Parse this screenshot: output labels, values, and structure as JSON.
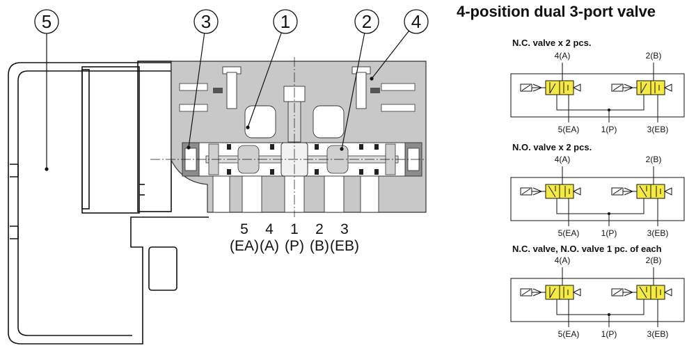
{
  "title": "4-position dual 3-port valve",
  "callouts": [
    "5",
    "3",
    "1",
    "2",
    "4"
  ],
  "ports": [
    {
      "num": "5",
      "name": "(EA)"
    },
    {
      "num": "4",
      "name": "(A)"
    },
    {
      "num": "1",
      "name": "(P)"
    },
    {
      "num": "2",
      "name": "(B)"
    },
    {
      "num": "3",
      "name": "(EB)"
    }
  ],
  "symbols": [
    {
      "caption": "N.C. valve x 2 pcs.",
      "top_left": "4(A)",
      "top_right": "2(B)",
      "bottom_left": "5(EA)",
      "bottom_mid": "1(P)",
      "bottom_right": "3(EB)"
    },
    {
      "caption": "N.O. valve x 2 pcs.",
      "top_left": "4(A)",
      "top_right": "2(B)",
      "bottom_left": "5(EA)",
      "bottom_mid": "1(P)",
      "bottom_right": "3(EB)"
    },
    {
      "caption": "N.C. valve, N.O. valve 1 pc. of each",
      "top_left": "4(A)",
      "top_right": "2(B)",
      "bottom_left": "5(EA)",
      "bottom_mid": "1(P)",
      "bottom_right": "3(EB)"
    }
  ],
  "colors": {
    "body_gray": "#c8c8c8",
    "dark_gray": "#8c8c8c",
    "symbol_yellow": "#f4ea43",
    "line": "#111111"
  }
}
